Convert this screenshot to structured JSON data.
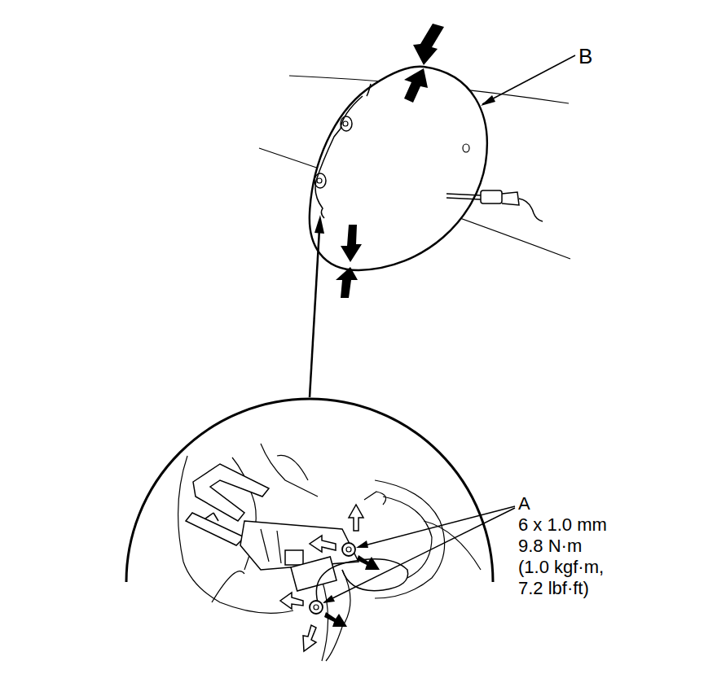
{
  "diagram": {
    "labels": [
      "B",
      "A",
      "6 x 1.0 mm",
      "9.8 N·m",
      "(1.0 kgf·m,",
      "7.2 lbf·ft)"
    ]
  }
}
